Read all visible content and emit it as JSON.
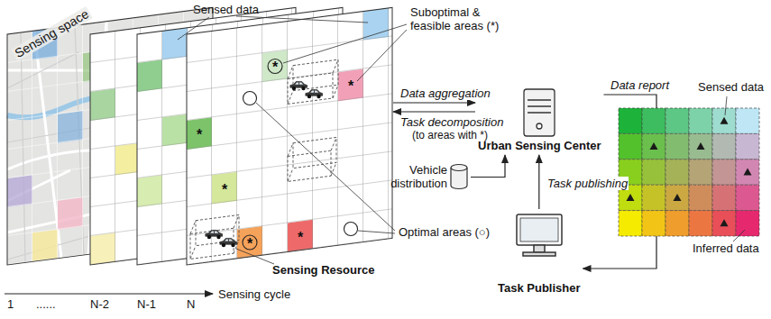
{
  "diagram": {
    "nodes": [
      {
        "text": [
          "Sensing space"
        ]
      },
      {
        "text": [
          "Urban Sensing Center"
        ]
      },
      {
        "text": [
          "Vehicle distribution"
        ]
      },
      {
        "text": [
          "Task Publisher"
        ]
      },
      {
        "text": [
          "Sensed data",
          "Inferred data"
        ]
      }
    ],
    "edges": [
      {
        "from": 0,
        "to": 1,
        "label": "Data aggregation",
        "arrow": "to"
      },
      {
        "from": 1,
        "to": 0,
        "label": "Task decomposition",
        "arrow": "to"
      },
      {
        "from": 2,
        "to": 1,
        "arrow": "to"
      },
      {
        "from": 3,
        "to": 1,
        "label": "Task publishing",
        "arrow": "to"
      },
      {
        "from": 1,
        "to": 4,
        "label": "Data report",
        "arrow": "none"
      },
      {
        "from": 4,
        "to": 3,
        "arrow": "to"
      }
    ],
    "labels": [
      "Sensed data",
      "Suboptimal & feasible areas (*)",
      "Optimal areas (○)",
      "Sensing Resource",
      "1",
      "......",
      "N-2",
      "N-1",
      "N",
      "Sensing cycle",
      "(to areas with *)",
      "*",
      "*",
      "*",
      "*",
      "*",
      "*"
    ]
  }
}
